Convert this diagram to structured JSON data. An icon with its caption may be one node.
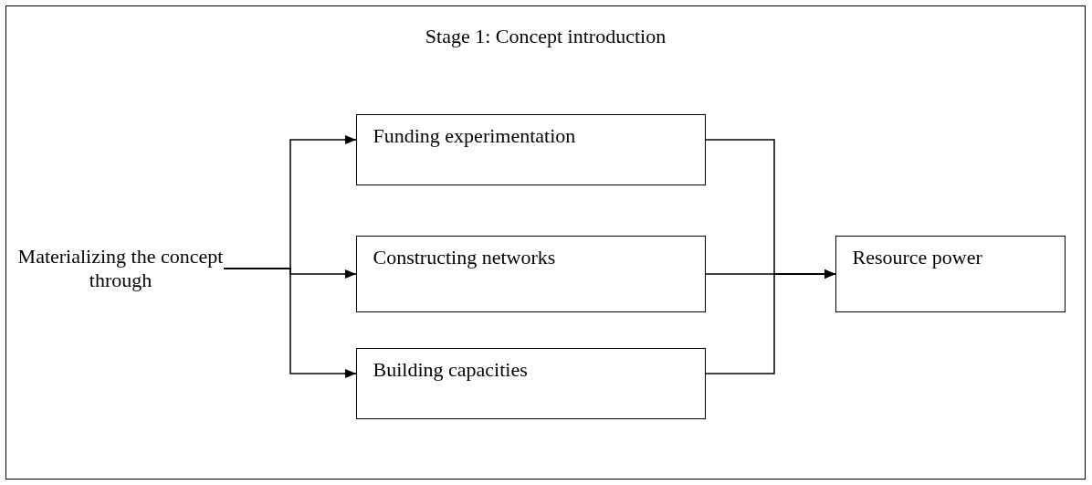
{
  "diagram": {
    "nodes": [
      {
        "text": [
          "Stage 1: Concept introduction"
        ]
      },
      {
        "text": [
          "Materializing the concept through"
        ],
        "in": 0
      },
      {
        "text": [
          "Funding experimentation"
        ],
        "in": 0
      },
      {
        "text": [
          "Constructing networks"
        ],
        "in": 0
      },
      {
        "text": [
          "Building capacities"
        ],
        "in": 0
      },
      {
        "text": [
          "Resource power"
        ],
        "in": 0
      }
    ],
    "edges": [
      {
        "from": 1,
        "to": 2,
        "arrow": "to"
      },
      {
        "from": 1,
        "to": 3,
        "arrow": "to"
      },
      {
        "from": 1,
        "to": 4,
        "arrow": "to"
      },
      {
        "from": 2,
        "to": 5,
        "arrow": "to"
      },
      {
        "from": 3,
        "to": 5,
        "arrow": "to"
      },
      {
        "from": 4,
        "to": 5,
        "arrow": "to"
      }
    ]
  }
}
